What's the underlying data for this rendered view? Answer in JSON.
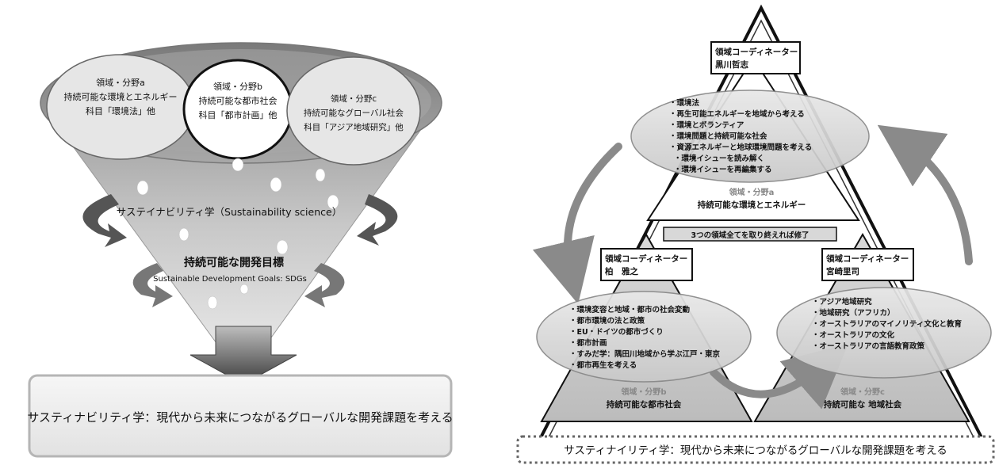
{
  "left": {
    "ellipse_a": {
      "line1": "領域・分野a",
      "line2": "持続可能な環境とエネルギー",
      "line3": "科目「環境法」他"
    },
    "ellipse_b": {
      "line1": "領域・分野b",
      "line2": "持続可能な都市社会",
      "line3": "科目「都市計画」他"
    },
    "ellipse_c": {
      "line1": "領域・分野c",
      "line2": "持続可能なグローバル社会",
      "line3": "科目「アジア地域研究」他"
    },
    "science_label": "サステイナビリティ学（Sustainability science）",
    "sdgs_jp": "持続可能な開発目標",
    "sdgs_en": "Sustainable Development Goals: SDGs",
    "bottom_box": "サスティナビリティ学：現代から未来につながるグローバルな開発課題を考える"
  },
  "right": {
    "top_coord": {
      "title": "領域コーディネーター",
      "name": "黒川哲志"
    },
    "top_items": [
      "・環境法",
      "・再生可能エネルギーを地域から考える",
      "・環境とボランティア",
      "・環境問題と持続可能な社会",
      "・資源エネルギーと地球環境問題を考える",
      "・環境イシューを読み解く",
      "・環境イシューを再編集する"
    ],
    "top_field": {
      "label": "領域・分野a",
      "name": "持続可能な環境とエネルギー"
    },
    "banner": "3つの領域全てを取り終えれば修了",
    "left_coord": {
      "title": "領域コーディネーター",
      "name": "柏　雅之"
    },
    "left_items": [
      "・環境変容と地域・都市の社会変動",
      "・都市環境の法と政策",
      "・EU・ドイツの都市づくり",
      "・都市計画",
      "・すみだ学：隅田川地域から学ぶ江戸・東京",
      "・都市再生を考える"
    ],
    "left_field": {
      "label": "領域・分野b",
      "name": "持続可能な都市社会"
    },
    "right_coord": {
      "title": "領域コーディネーター",
      "name": "宮崎里司"
    },
    "right_items": [
      "・アジア地域研究",
      "・地域研究（アフリカ）",
      "・オーストラリアのマイノリティ文化と教育",
      "・オーストラリアの文化",
      "・オーストラリアの言語教育政策"
    ],
    "right_field": {
      "label": "領域・分野c",
      "name": "持続可能な 地域社会"
    },
    "bottom_box": "サスティナイリティ学：現代から未来につながるグローバルな開発課題を考える"
  }
}
